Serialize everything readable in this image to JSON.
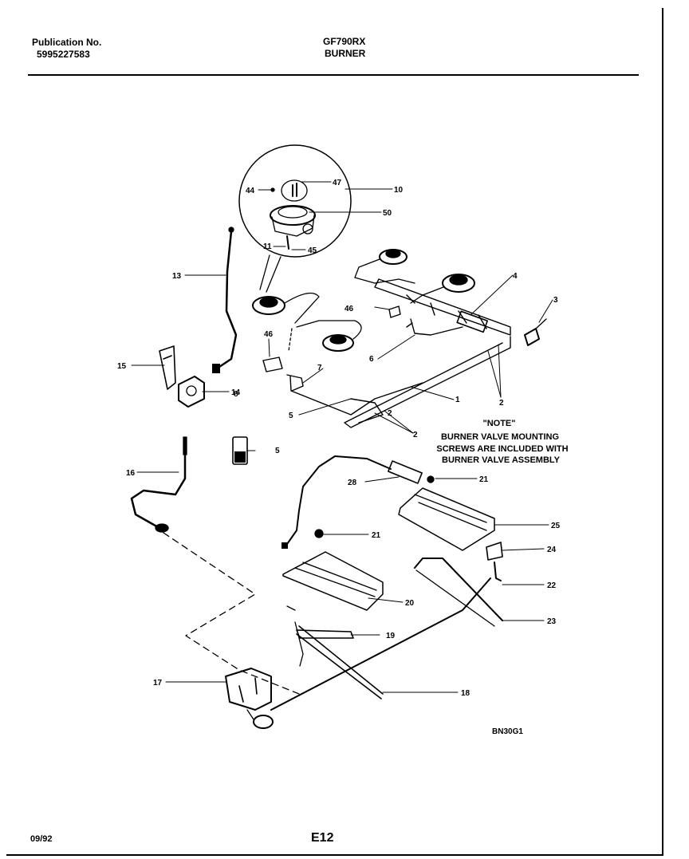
{
  "header": {
    "publication_label": "Publication No.",
    "publication_number": "5995227583",
    "model": "GF790RX",
    "section": "BURNER"
  },
  "note": {
    "title": "\"NOTE\"",
    "lines": [
      "BURNER VALVE MOUNTING",
      "SCREWS ARE INCLUDED WITH",
      "BURNER VALVE ASSEMBLY"
    ]
  },
  "diagram_code": "BN30G1",
  "footer": {
    "date": "09/92",
    "page": "E12"
  },
  "callouts": [
    "1",
    "2",
    "2",
    "2",
    "3",
    "4",
    "5",
    "5",
    "6",
    "7",
    "8",
    "10",
    "11",
    "13",
    "14",
    "15",
    "16",
    "17",
    "18",
    "19",
    "20",
    "21",
    "21",
    "22",
    "23",
    "24",
    "25",
    "28",
    "44",
    "45",
    "46",
    "46",
    "47",
    "50"
  ]
}
